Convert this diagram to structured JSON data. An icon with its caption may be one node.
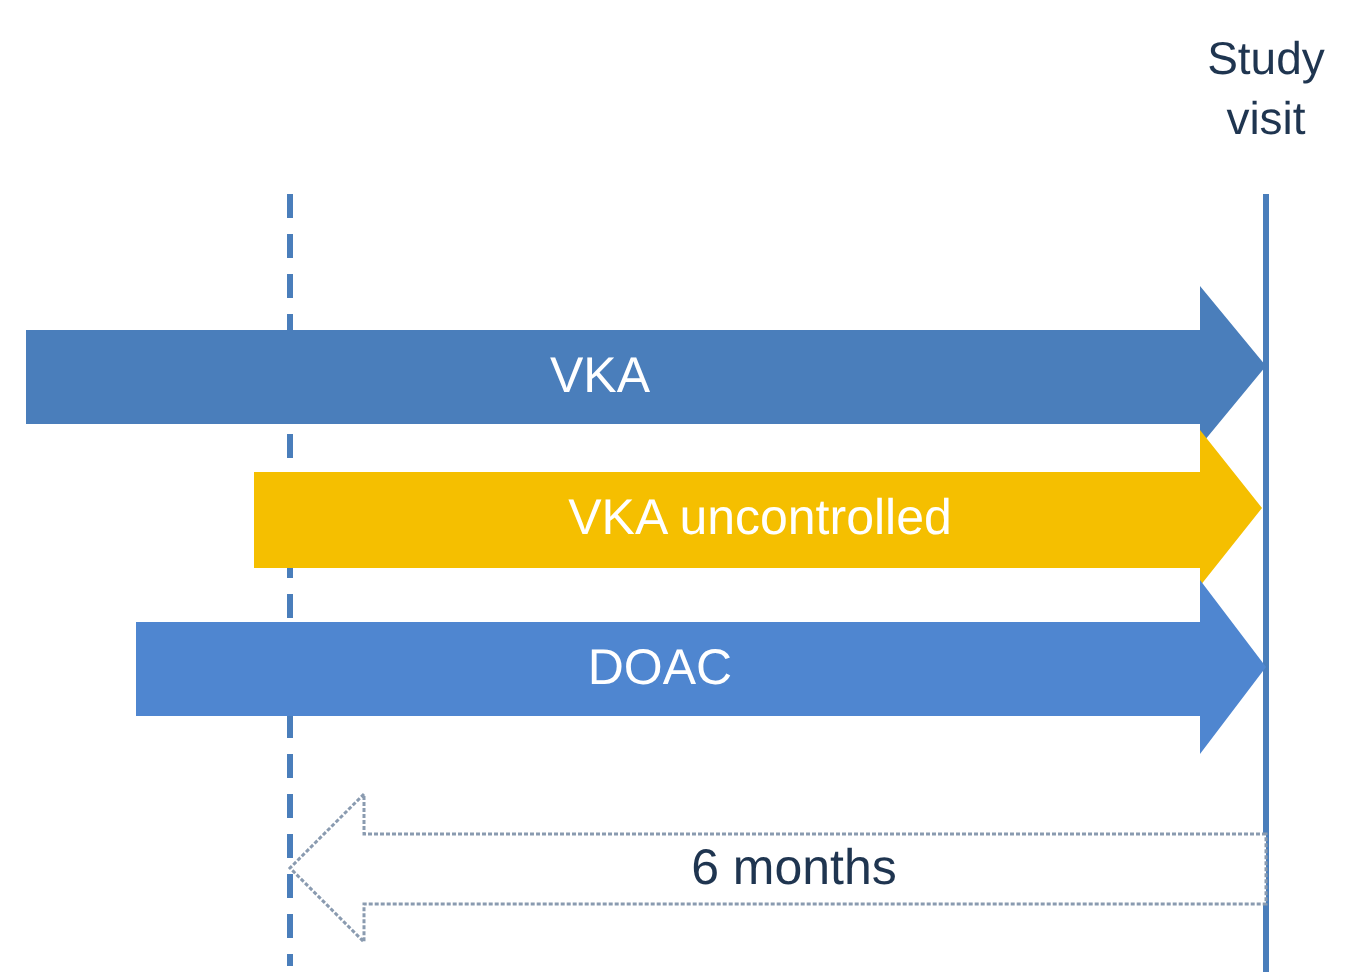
{
  "diagram": {
    "nodes": [
      {
        "text": [
          "VKA"
        ]
      },
      {
        "text": [
          "VKA uncontrolled"
        ]
      },
      {
        "text": [
          "DOAC"
        ]
      },
      {
        "text": [
          "6 months"
        ]
      }
    ],
    "labels": [
      "Study visit"
    ]
  }
}
